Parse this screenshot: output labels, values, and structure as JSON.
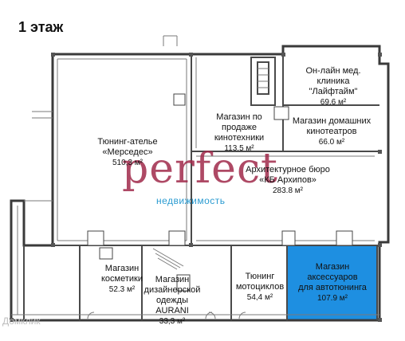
{
  "floor_title": "1 этаж",
  "watermark": "perfect",
  "watermark_sub": "недвижимость",
  "corner_watermark": "Домклик",
  "colors": {
    "wall": "#3a3a3a",
    "thin_wall": "#6b6b6b",
    "highlight": "#1e8fe1",
    "brand": "#a02a4b",
    "brand_accent": "#2a9bd1"
  },
  "rooms": [
    {
      "id": "tuning-atelier",
      "name_line1": "Тюнинг-ателье",
      "name_line2": "«Мерседес»",
      "area": "510,3 м²"
    },
    {
      "id": "electronics-store",
      "name_line1": "Магазин по продаже",
      "name_line2": "кинотехники",
      "area": "113.5 м²"
    },
    {
      "id": "clinic",
      "name_line1": "Он-лайн мед. клиника",
      "name_line2": "\"Лайфтайм\"",
      "area": "69.6 м²"
    },
    {
      "id": "home-theater-store",
      "name_line1": "Магазин домашних",
      "name_line2": "кинотеатров",
      "area": "66.0 м²"
    },
    {
      "id": "architecture-bureau",
      "name_line1": "Архитектурное бюро",
      "name_line2": "«КБ Архипов»",
      "area": "283.8 м²"
    },
    {
      "id": "cosmetics-store",
      "name_line1": "Магазин",
      "name_line2": "косметики",
      "area": "52.3 м²"
    },
    {
      "id": "designer-clothes-store",
      "name_line1": "Магазин",
      "name_line2": "дизайнерской",
      "name_line3": "одежды AURANI",
      "area": "33,3 м²"
    },
    {
      "id": "moto-tuning",
      "name_line1": "Тюнинг",
      "name_line2": "мотоциклов",
      "area": "54,4 м²"
    },
    {
      "id": "tuning-accessories-store",
      "name_line1": "Магазин",
      "name_line2": "аксессуаров",
      "name_line3": "для автотюнинга",
      "area": "107.9 м²",
      "highlighted": true
    }
  ]
}
